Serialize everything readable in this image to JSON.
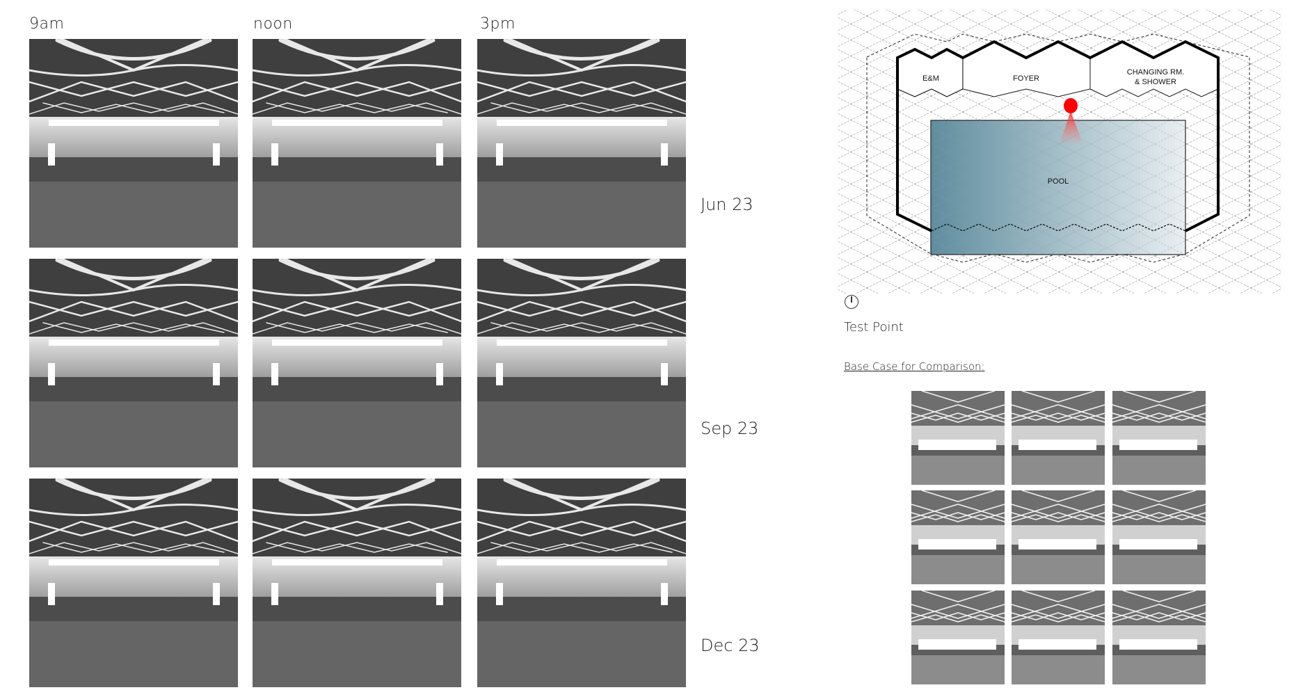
{
  "times": [
    "9am",
    "noon",
    "3pm"
  ],
  "dates": [
    "Jun 23",
    "Sep 23",
    "Dec 23"
  ],
  "plan": {
    "rooms": {
      "em": "E&M",
      "foyer": "FOYER",
      "changing_1": "CHANGING RM.",
      "changing_2": "& SHOWER",
      "pool": "POOL"
    },
    "colors": {
      "test_point": "#ff0000",
      "pool_dark": "#5e8d9f",
      "pool_light": "#e9eff2"
    }
  },
  "legend": {
    "icon": "compass-icon",
    "test_point_label": "Test Point"
  },
  "base_case": {
    "title": "Base Case for Comparison:",
    "rows": 3,
    "cols": 3
  }
}
